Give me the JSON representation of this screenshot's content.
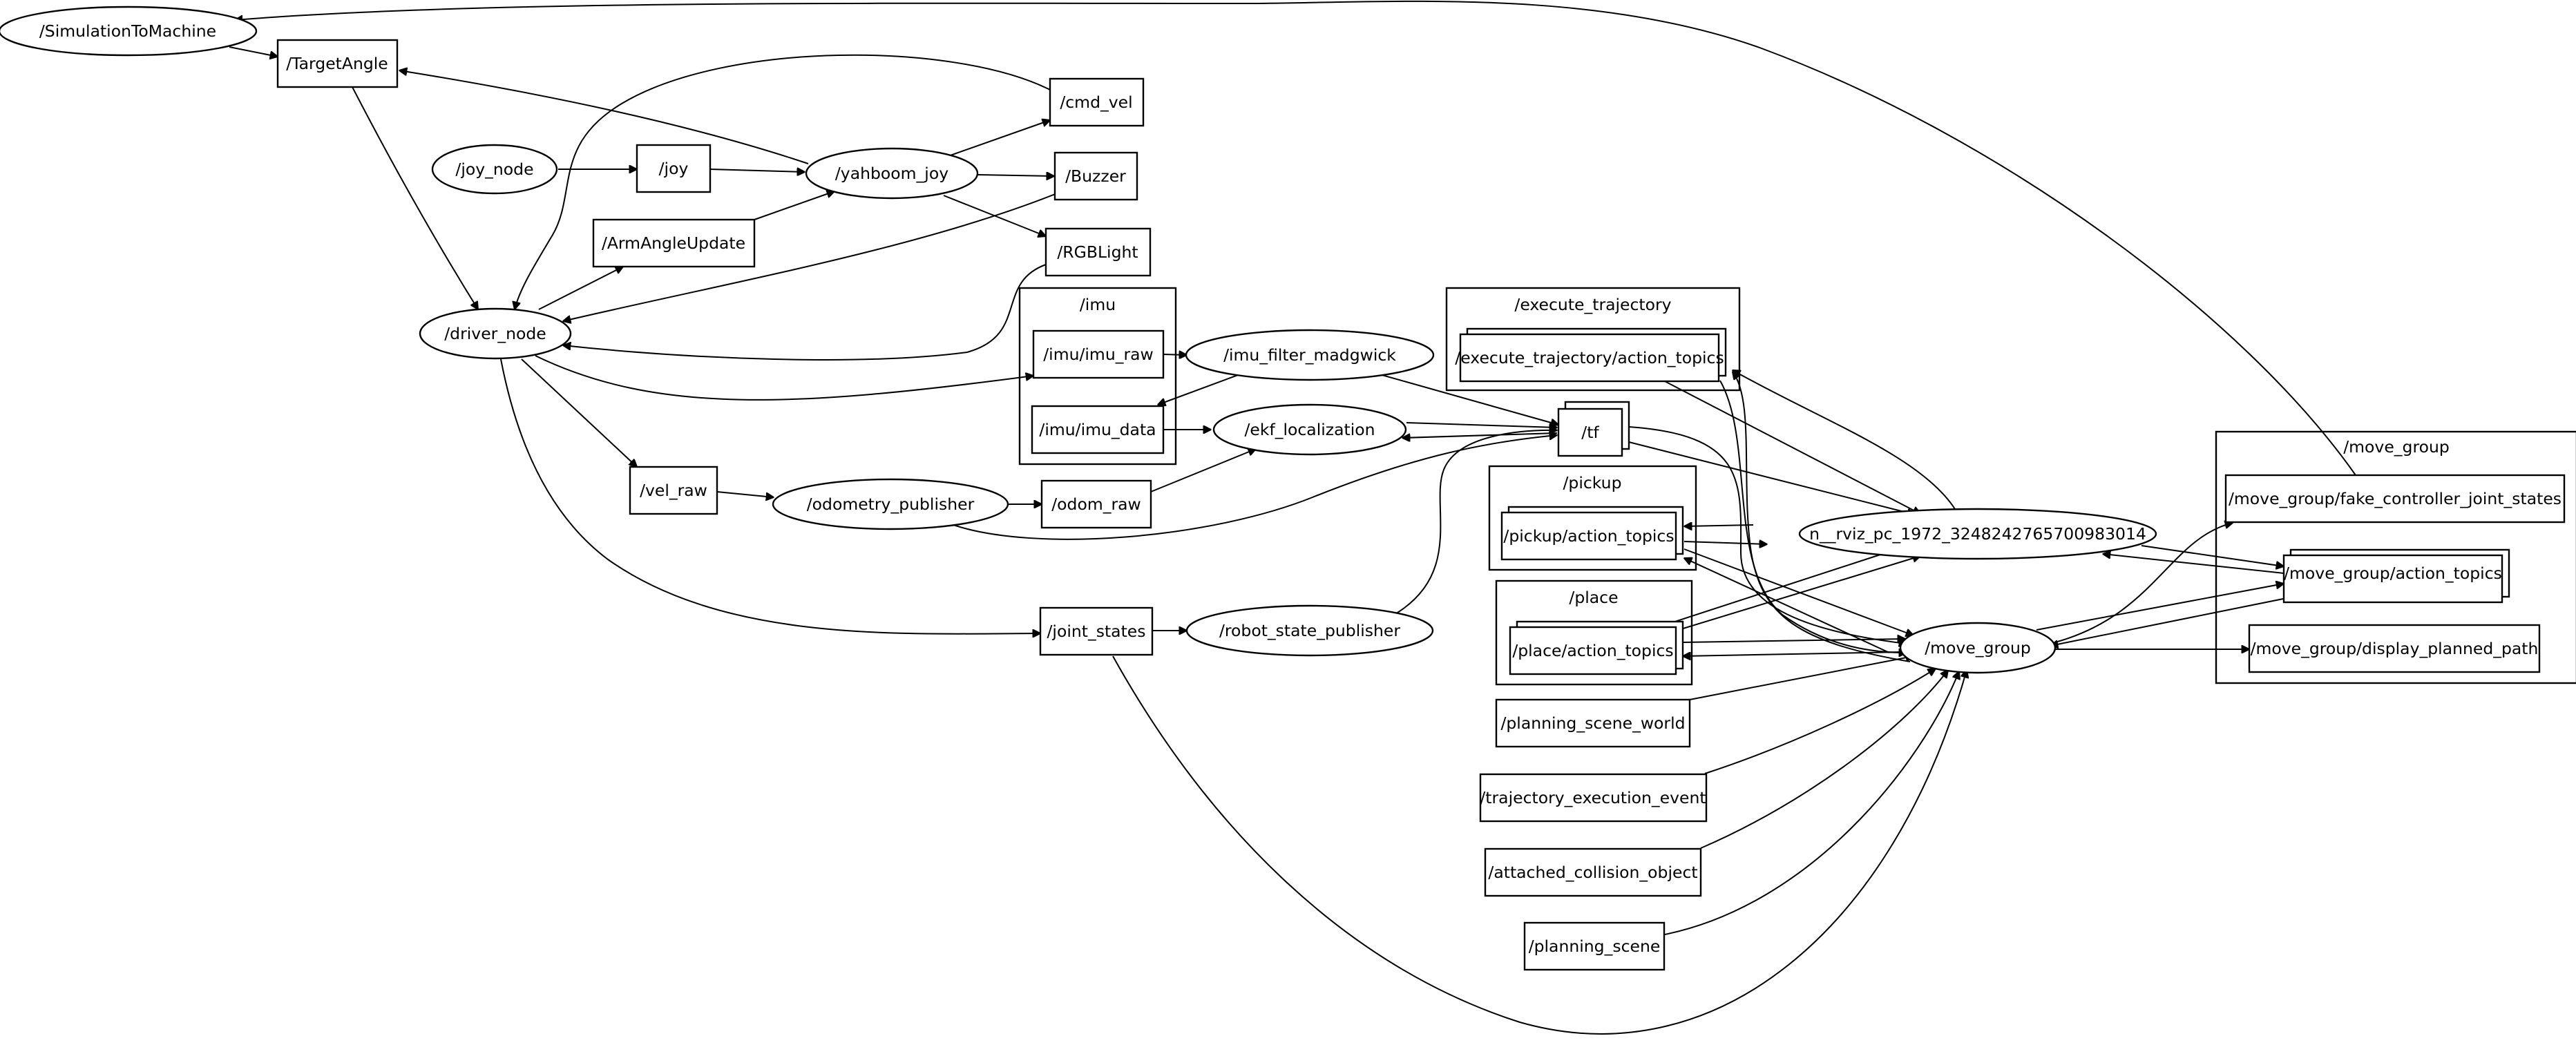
{
  "graph": {
    "clusters": {
      "imu": "/imu",
      "execute_trajectory": "/execute_trajectory",
      "pickup": "/pickup",
      "place": "/place",
      "move_group": "/move_group"
    },
    "nodes": {
      "simulation_to_machine": "/SimulationToMachine",
      "target_angle": "/TargetAngle",
      "joy_node": "/joy_node",
      "joy": "/joy",
      "yahboom_joy": "/yahboom_joy",
      "cmd_vel": "/cmd_vel",
      "buzzer": "/Buzzer",
      "rgb_light": "/RGBLight",
      "arm_angle_update": "/ArmAngleUpdate",
      "driver_node": "/driver_node",
      "imu_raw": "/imu/imu_raw",
      "imu_data": "/imu/imu_data",
      "imu_filter_madgwick": "/imu_filter_madgwick",
      "ekf_localization": "/ekf_localization",
      "vel_raw": "/vel_raw",
      "odometry_publisher": "/odometry_publisher",
      "odom_raw": "/odom_raw",
      "joint_states": "/joint_states",
      "robot_state_publisher": "/robot_state_publisher",
      "tf": "/tf",
      "execute_trajectory_action_topics": "/execute_trajectory/action_topics",
      "pickup_action_topics": "/pickup/action_topics",
      "place_action_topics": "/place/action_topics",
      "rviz_node": "n__rviz_pc_1972_3248242765700983014",
      "move_group": "/move_group",
      "planning_scene_world": "/planning_scene_world",
      "trajectory_execution_event": "/trajectory_execution_event",
      "attached_collision_object": "/attached_collision_object",
      "planning_scene": "/planning_scene",
      "fake_controller_joint_states": "/move_group/fake_controller_joint_states",
      "move_group_action_topics": "/move_group/action_topics",
      "display_planned_path": "/move_group/display_planned_path"
    }
  }
}
